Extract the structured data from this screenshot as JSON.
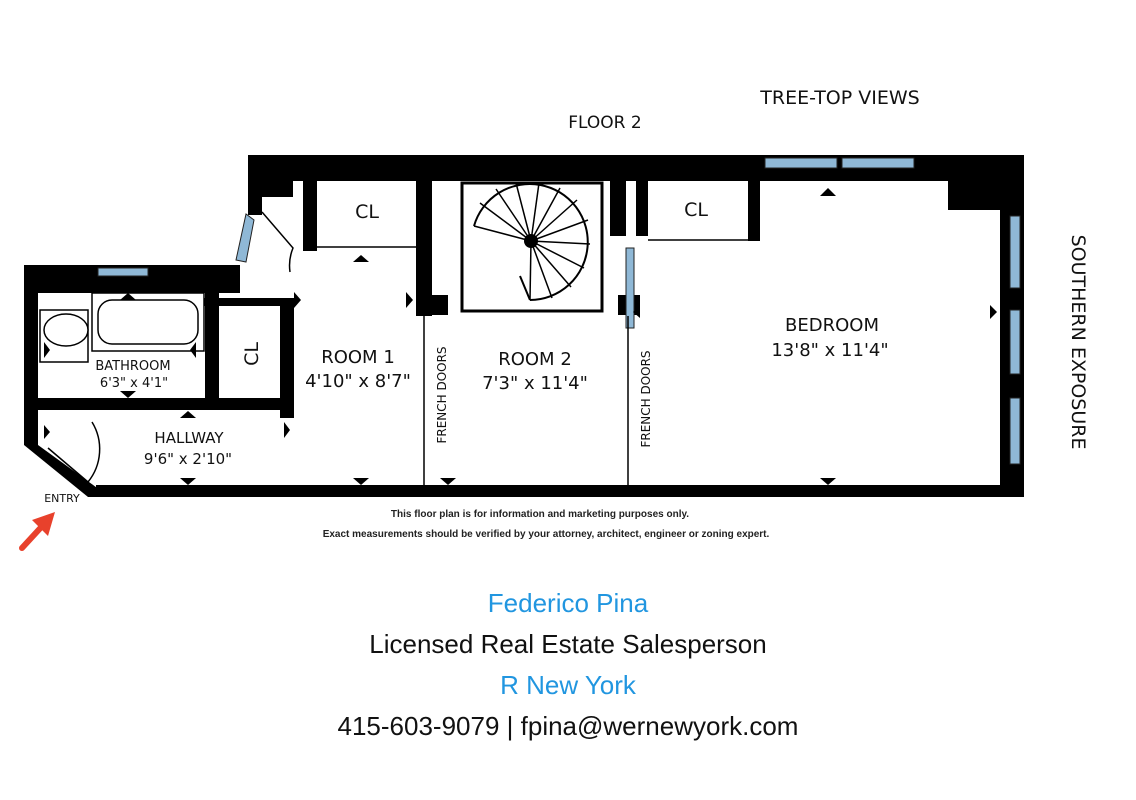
{
  "plan": {
    "floor_label": "FLOOR 2",
    "views_label": "TREE-TOP VIEWS",
    "exposure_label": "SOUTHERN EXPOSURE",
    "entry_label": "ENTRY",
    "rooms": {
      "bathroom": {
        "name": "BATHROOM",
        "dims": "6'3\" x 4'1\""
      },
      "hallway": {
        "name": "HALLWAY",
        "dims": "9'6\" x 2'10\""
      },
      "room1": {
        "name": "ROOM 1",
        "dims": "4'10\" x 8'7\""
      },
      "room2": {
        "name": "ROOM 2",
        "dims": "7'3\" x 11'4\""
      },
      "bedroom": {
        "name": "BEDROOM",
        "dims": "13'8\" x 11'4\""
      }
    },
    "closet_label": "CL",
    "french_doors_label": "FRENCH DOORS",
    "disclaimer": [
      "This floor plan is for information and marketing purposes only.",
      "Exact measurements should be verified by your attorney, architect, engineer or zoning expert."
    ]
  },
  "agent": {
    "name": "Federico Pina",
    "title": "Licensed Real Estate Salesperson",
    "firm": "R New York",
    "contact": "415-603-9079 | fpina@wernewyork.com"
  },
  "colors": {
    "wall": "#000000",
    "window": "#8fb8d6",
    "accent_blue": "#2196e0",
    "entry_arrow": "#e8412c"
  }
}
